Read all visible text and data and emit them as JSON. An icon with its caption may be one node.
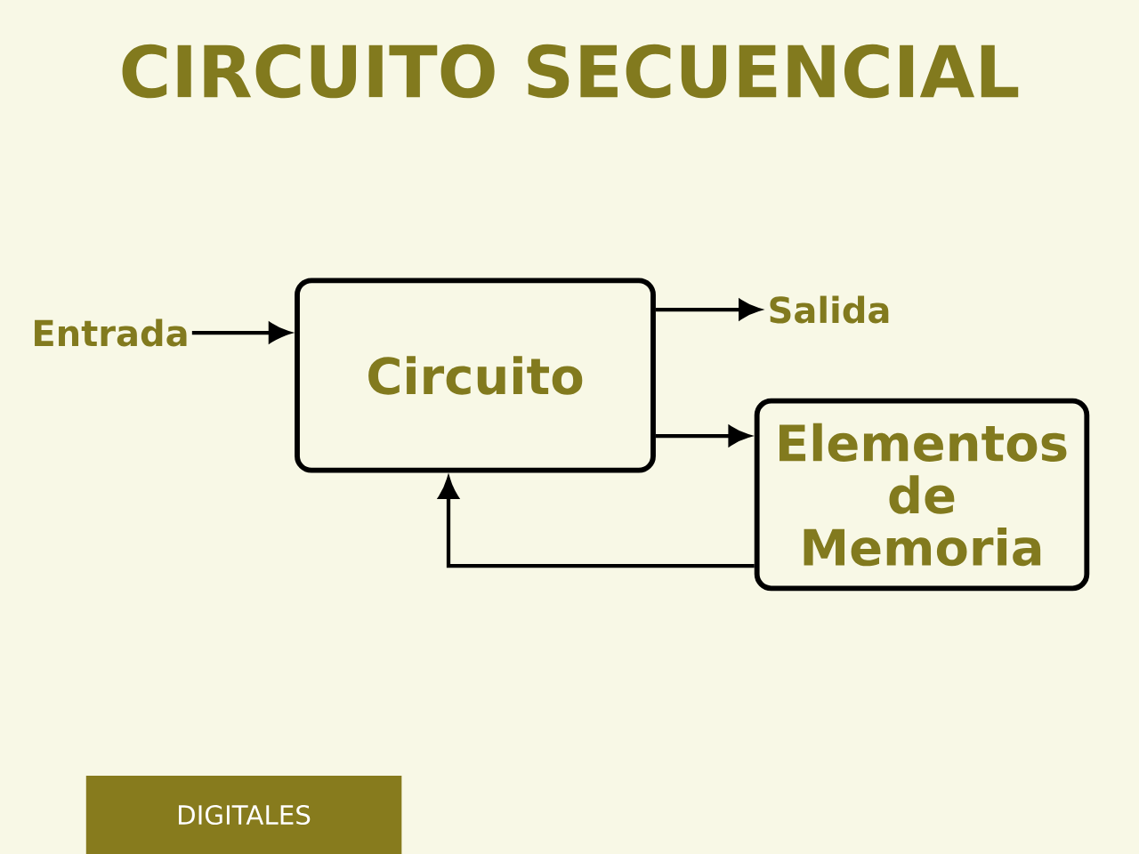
{
  "diagram": {
    "title": "CIRCUITO SECUENCIAL",
    "nodes": [
      {
        "text": [
          "Entrada"
        ]
      },
      {
        "text": [
          "Circuito"
        ]
      },
      {
        "text": [
          "Salida"
        ]
      },
      {
        "text": [
          "Elementos de Memoria"
        ]
      },
      {
        "text": [
          "DIGITALES"
        ]
      }
    ],
    "edges": [
      {
        "from": 0,
        "to": 1,
        "arrow": "to"
      },
      {
        "from": 1,
        "to": 2,
        "arrow": "to"
      },
      {
        "from": 1,
        "to": 3,
        "arrow": "to"
      },
      {
        "from": 3,
        "to": 1,
        "arrow": "to"
      }
    ]
  }
}
